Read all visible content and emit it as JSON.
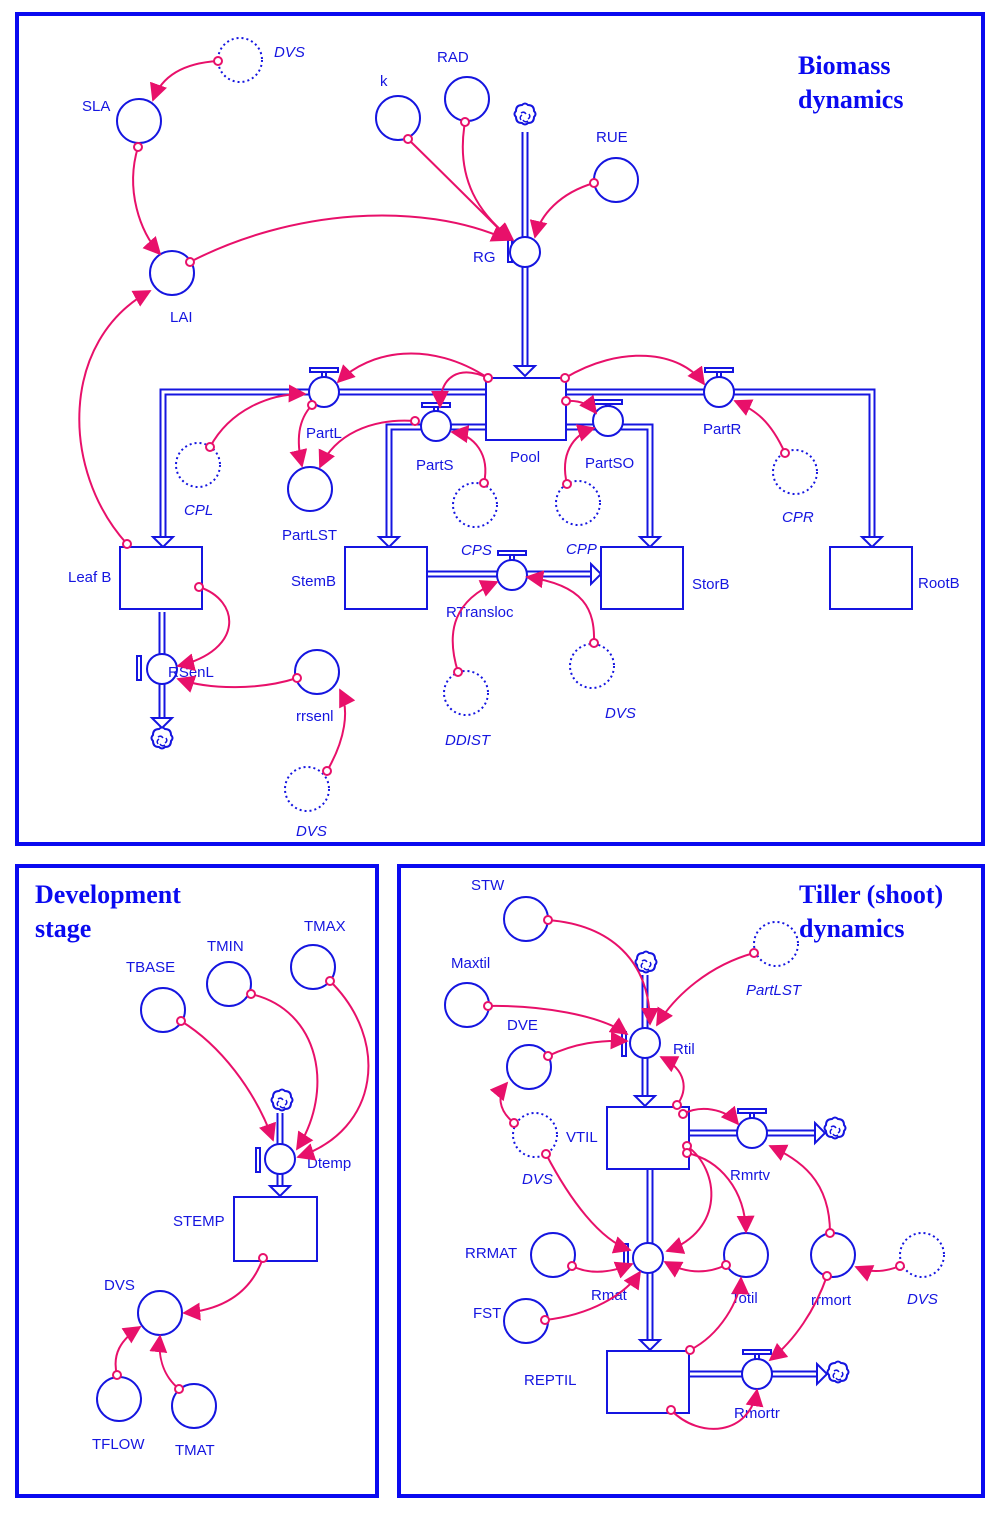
{
  "panels": {
    "biomass": {
      "title_line1": "Biomass",
      "title_line2": "dynamics"
    },
    "development": {
      "title_line1": "Development",
      "title_line2": "stage"
    },
    "tiller": {
      "title_line1": "Tiller (shoot)",
      "title_line2": "dynamics"
    }
  },
  "colors": {
    "structure": "#1515e0",
    "connector": "#e8106a",
    "panel_border": "#0a0af0"
  },
  "biomass": {
    "converters": {
      "SLA": "SLA",
      "DVS_top": "DVS",
      "k": "k",
      "RAD": "RAD",
      "RUE": "RUE",
      "LAI": "LAI",
      "CPL": "CPL",
      "PartLST": "PartLST",
      "CPS": "CPS",
      "CPP": "CPP",
      "CPR": "CPR",
      "rrsenl": "rrsenl",
      "DVS_bottom": "DVS",
      "DDIST": "DDIST",
      "DVS_mid": "DVS"
    },
    "stocks": {
      "Pool": "Pool",
      "LeafB": "Leaf B",
      "StemB": "StemB",
      "StorB": "StorB",
      "RootB": "RootB"
    },
    "flows": {
      "RG": "RG",
      "PartL": "PartL",
      "PartS": "PartS",
      "PartSO": "PartSO",
      "PartR": "PartR",
      "RTransloc": "RTransloc",
      "RSenL": "RSenL"
    }
  },
  "development": {
    "converters": {
      "TBASE": "TBASE",
      "TMIN": "TMIN",
      "TMAX": "TMAX",
      "DVS": "DVS",
      "TFLOW": "TFLOW",
      "TMAT": "TMAT"
    },
    "stocks": {
      "STEMP": "STEMP"
    },
    "flows": {
      "Dtemp": "Dtemp"
    }
  },
  "tiller": {
    "converters": {
      "STW": "STW",
      "Maxtil": "Maxtil",
      "DVE": "DVE",
      "PartLST": "PartLST",
      "DVS_ghost": "DVS",
      "RRMAT": "RRMAT",
      "FST": "FST",
      "Totil": "Totil",
      "rrmort": "rrmort",
      "DVS_right": "DVS"
    },
    "stocks": {
      "VTIL": "VTIL",
      "REPTIL": "REPTIL"
    },
    "flows": {
      "Rtil": "Rtil",
      "Rmrtv": "Rmrtv",
      "Rmat": "Rmat",
      "Rmortr": "Rmortr"
    }
  }
}
